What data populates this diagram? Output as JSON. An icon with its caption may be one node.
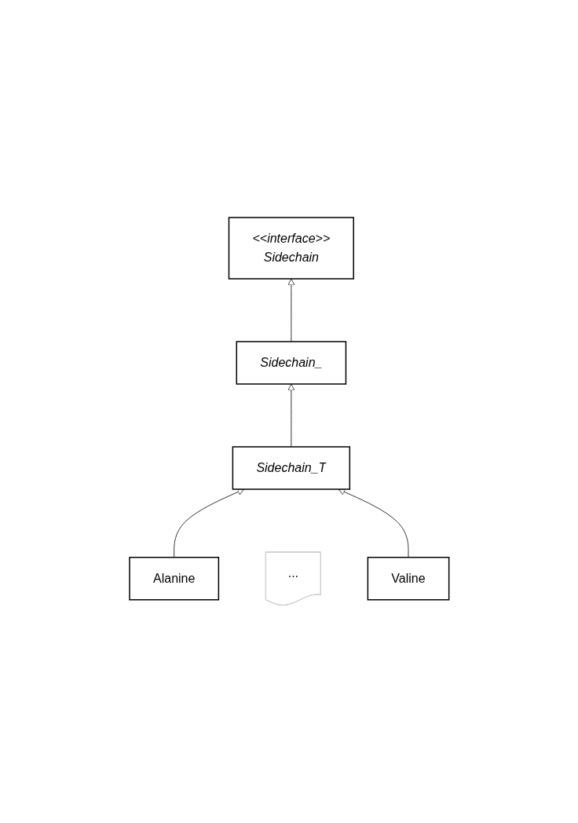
{
  "diagram": {
    "nodes": [
      {
        "text": [
          "<<interface>>",
          "Sidechain"
        ]
      },
      {
        "text": [
          "Sidechain_"
        ]
      },
      {
        "text": [
          "Sidechain_T"
        ]
      },
      {
        "text": [
          "Alanine"
        ]
      },
      {
        "text": [
          "..."
        ]
      },
      {
        "text": [
          "Valine"
        ]
      }
    ],
    "edges": [
      {
        "from": 1,
        "to": 0,
        "arrow": "to"
      },
      {
        "from": 2,
        "to": 1,
        "arrow": "to"
      },
      {
        "from": 3,
        "to": 2,
        "arrow": "to"
      },
      {
        "from": 5,
        "to": 2,
        "arrow": "to"
      }
    ]
  }
}
